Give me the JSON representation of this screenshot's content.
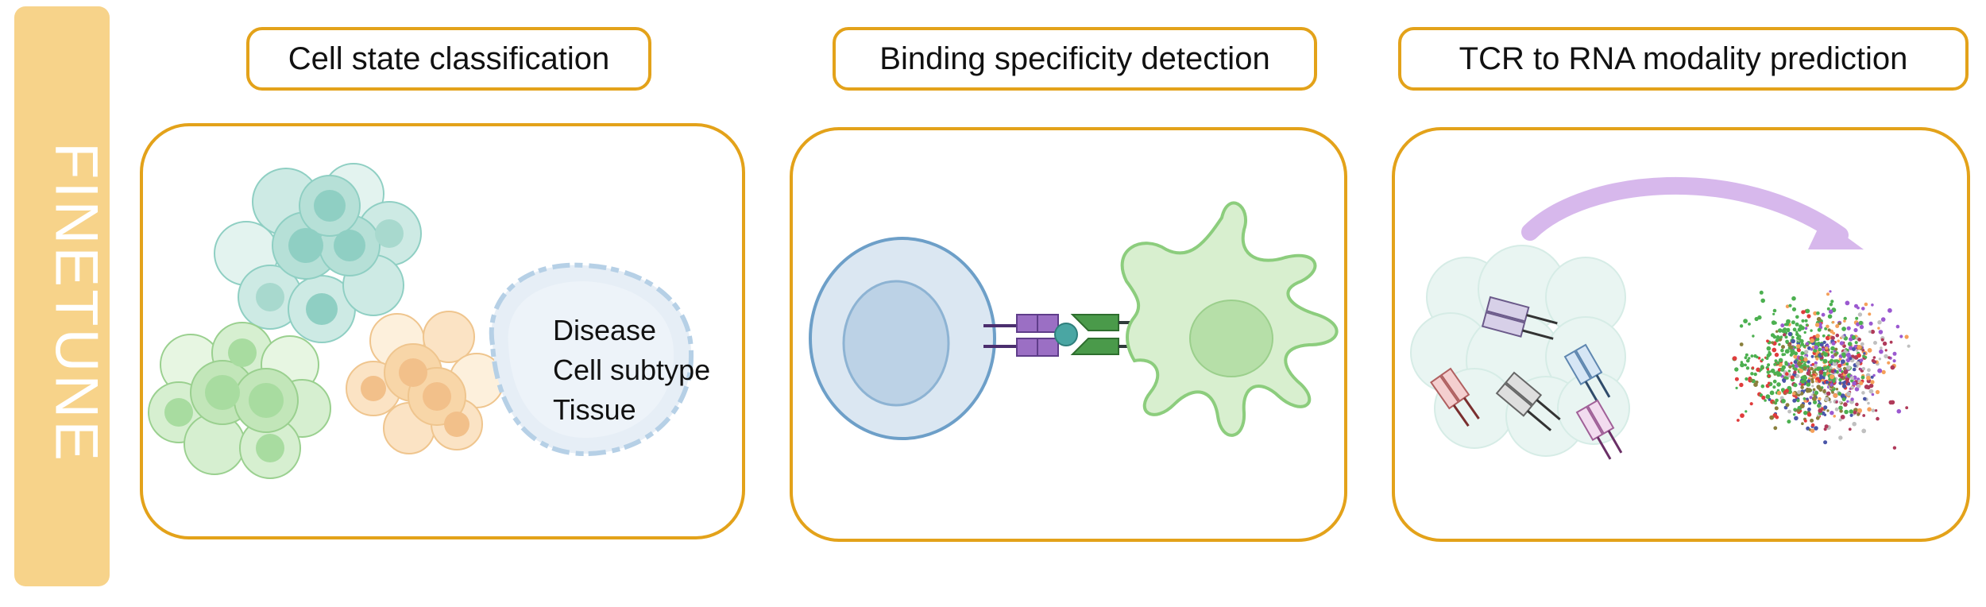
{
  "sidebar": {
    "label": "FINETUNE",
    "color": "#f7d38a"
  },
  "panels": [
    {
      "title": "Cell state classification",
      "labels": [
        "Disease",
        "Cell subtype",
        "Tissue"
      ]
    },
    {
      "title": "Binding specificity detection"
    },
    {
      "title": "TCR to RNA modality prediction"
    }
  ],
  "colors": {
    "border": "#e3a21a",
    "teal_cells": "#8fcfc3",
    "green_cells": "#a8dca0",
    "orange_cells": "#f2c08a",
    "arrow": "#d7b8ec"
  }
}
